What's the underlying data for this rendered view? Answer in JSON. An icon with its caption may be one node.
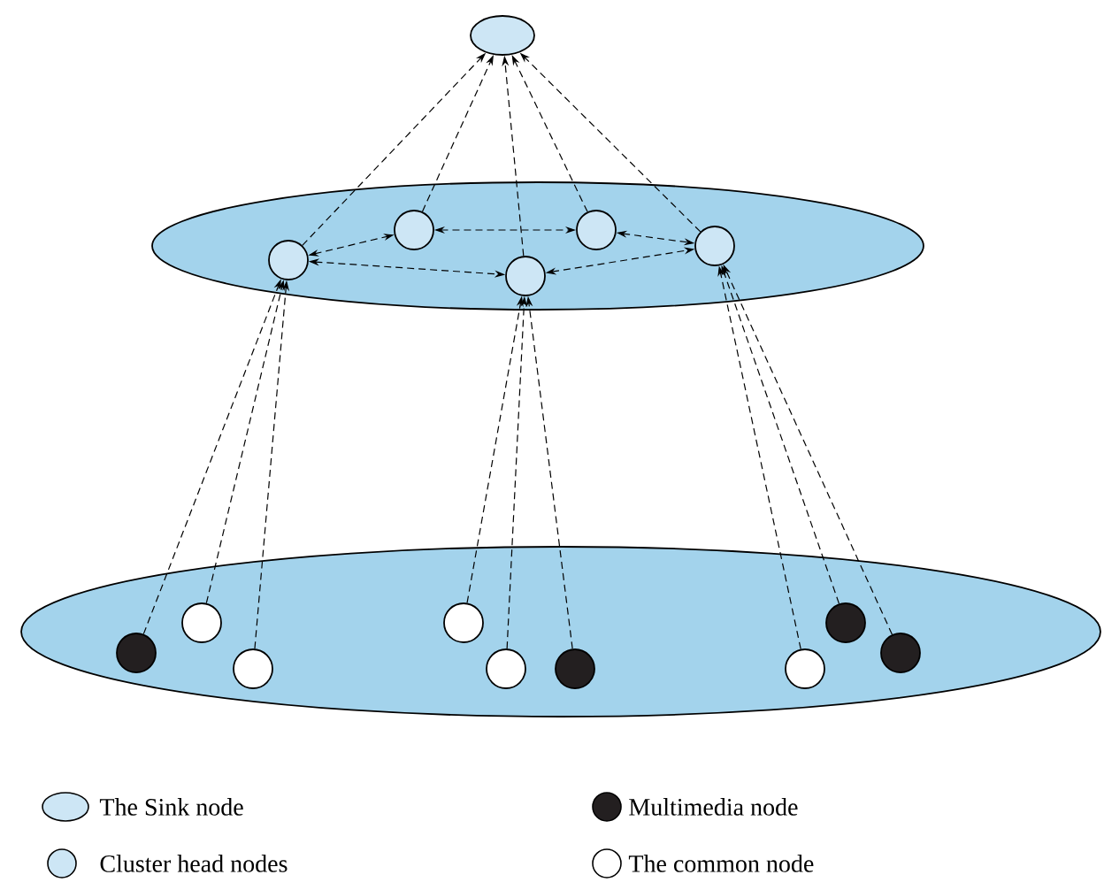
{
  "diagram": {
    "nodes": [
      {
        "text": [],
        "shape": "ellipse"
      },
      {
        "text": [],
        "shape": "ellipse"
      },
      {
        "text": [],
        "shape": "circle",
        "in": 1
      },
      {
        "text": [],
        "shape": "circle",
        "in": 1
      },
      {
        "text": [],
        "shape": "circle",
        "in": 1
      },
      {
        "text": [],
        "shape": "circle",
        "in": 1
      },
      {
        "text": [],
        "shape": "circle",
        "in": 1
      },
      {
        "text": [],
        "shape": "ellipse"
      },
      {
        "text": [],
        "shape": "circle",
        "in": 7
      },
      {
        "text": [],
        "shape": "circle",
        "in": 7
      },
      {
        "text": [],
        "shape": "circle",
        "in": 7
      },
      {
        "text": [],
        "shape": "circle",
        "in": 7
      },
      {
        "text": [],
        "shape": "circle",
        "in": 7
      },
      {
        "text": [],
        "shape": "circle",
        "in": 7
      },
      {
        "text": [],
        "shape": "circle",
        "in": 7
      },
      {
        "text": [],
        "shape": "circle",
        "in": 7
      },
      {
        "text": [],
        "shape": "circle",
        "in": 7
      }
    ],
    "edges": [
      {
        "from": 2,
        "to": 0,
        "arrow": "to",
        "style": "dashed"
      },
      {
        "from": 3,
        "to": 0,
        "arrow": "to",
        "style": "dashed"
      },
      {
        "from": 6,
        "to": 0,
        "arrow": "to",
        "style": "dashed"
      },
      {
        "from": 4,
        "to": 0,
        "arrow": "to",
        "style": "dashed"
      },
      {
        "from": 5,
        "to": 0,
        "arrow": "to",
        "style": "dashed"
      },
      {
        "from": 2,
        "to": 3,
        "arrow": "both",
        "style": "dashed"
      },
      {
        "from": 2,
        "to": 6,
        "arrow": "both",
        "style": "dashed"
      },
      {
        "from": 3,
        "to": 4,
        "arrow": "both",
        "style": "dashed"
      },
      {
        "from": 4,
        "to": 5,
        "arrow": "both",
        "style": "dashed"
      },
      {
        "from": 6,
        "to": 5,
        "arrow": "both",
        "style": "dashed"
      },
      {
        "from": 8,
        "to": 2,
        "arrow": "to",
        "style": "dashed"
      },
      {
        "from": 9,
        "to": 2,
        "arrow": "to",
        "style": "dashed"
      },
      {
        "from": 10,
        "to": 2,
        "arrow": "to",
        "style": "dashed"
      },
      {
        "from": 11,
        "to": 6,
        "arrow": "to",
        "style": "dashed"
      },
      {
        "from": 12,
        "to": 6,
        "arrow": "to",
        "style": "dashed"
      },
      {
        "from": 13,
        "to": 6,
        "arrow": "to",
        "style": "dashed"
      },
      {
        "from": 14,
        "to": 5,
        "arrow": "to",
        "style": "dashed"
      },
      {
        "from": 15,
        "to": 5,
        "arrow": "to",
        "style": "dashed"
      },
      {
        "from": 16,
        "to": 5,
        "arrow": "to",
        "style": "dashed"
      }
    ],
    "legend": [
      {
        "text": "The Sink node",
        "color": "#cde6f5"
      },
      {
        "text": "Multimedia node",
        "color": "#231f20"
      },
      {
        "text": "Cluster head nodes",
        "color": "#cde6f5"
      },
      {
        "text": "The common node"
      }
    ]
  }
}
